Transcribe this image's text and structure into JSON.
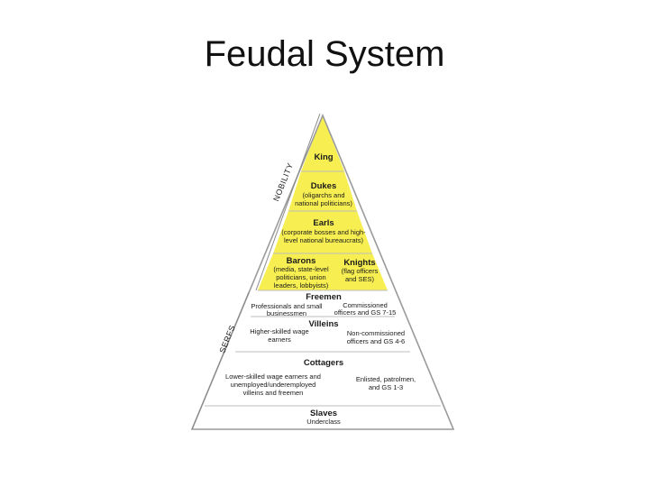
{
  "title": "Feudal System",
  "colors": {
    "nobility_fill": "#f7ef52",
    "common_fill": "#ffffff",
    "outline": "#9a9a9a",
    "text": "#1a1a1a"
  },
  "side_labels": {
    "nobility": "NOBILITY",
    "serfs": "SERFS"
  },
  "tiers": {
    "king": {
      "name": "King"
    },
    "dukes": {
      "name": "Dukes",
      "desc": [
        "(oligarchs and",
        "national politicians)"
      ]
    },
    "earls": {
      "name": "Earls",
      "desc": [
        "(corporate bosses and high-",
        "level national bureaucrats)"
      ]
    },
    "barons": {
      "name": "Barons",
      "desc": [
        "(media, state-level",
        "politicians, union",
        "leaders, lobbyists)"
      ]
    },
    "knights": {
      "name": "Knights",
      "desc": [
        "(flag officers",
        "and SES)"
      ]
    },
    "freemen": {
      "name": "Freemen",
      "left": [
        "Professionals and small",
        "businessmen"
      ],
      "right": [
        "Commissioned",
        "officers and GS 7-15"
      ]
    },
    "villeins": {
      "name": "Villeins",
      "left": [
        "Higher-skilled wage",
        "earners"
      ],
      "right": [
        "Non-commissioned",
        "officers and GS 4-6"
      ]
    },
    "cottagers": {
      "name": "Cottagers",
      "left": [
        "Lower-skilled wage earners and",
        "unemployed/underemployed",
        "villeins and freemen"
      ],
      "right": [
        "Enlisted, patrolmen,",
        "and GS 1-3"
      ]
    },
    "slaves": {
      "name": "Slaves",
      "desc": [
        "Underclass"
      ]
    }
  }
}
